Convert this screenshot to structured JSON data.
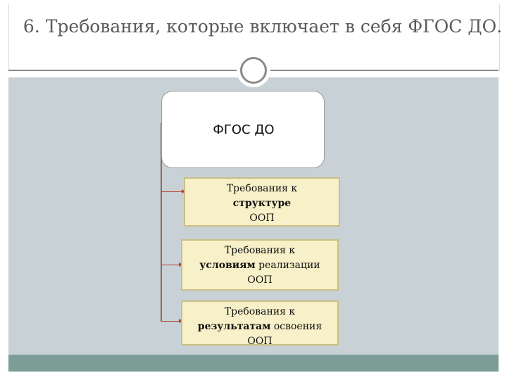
{
  "slide": {
    "title": "6. Требования, которые включает в себя ФГОС ДО."
  },
  "diagram": {
    "root": "ФГОС ДО",
    "children": [
      {
        "line1": "Требования к",
        "bold": "структуре",
        "rest": "",
        "line3": "ООП"
      },
      {
        "line1": "Требования к",
        "bold": "условиям",
        "rest": " реализации",
        "line3": "ООП"
      },
      {
        "line1": "Требования к",
        "bold": "результатам",
        "rest": " освоения",
        "line3": "ООП"
      }
    ]
  },
  "colors": {
    "panel": "#c8d2d6",
    "footer": "#7e9c96",
    "box_fill": "#f7f0c8",
    "connector": "#b43a2a"
  }
}
